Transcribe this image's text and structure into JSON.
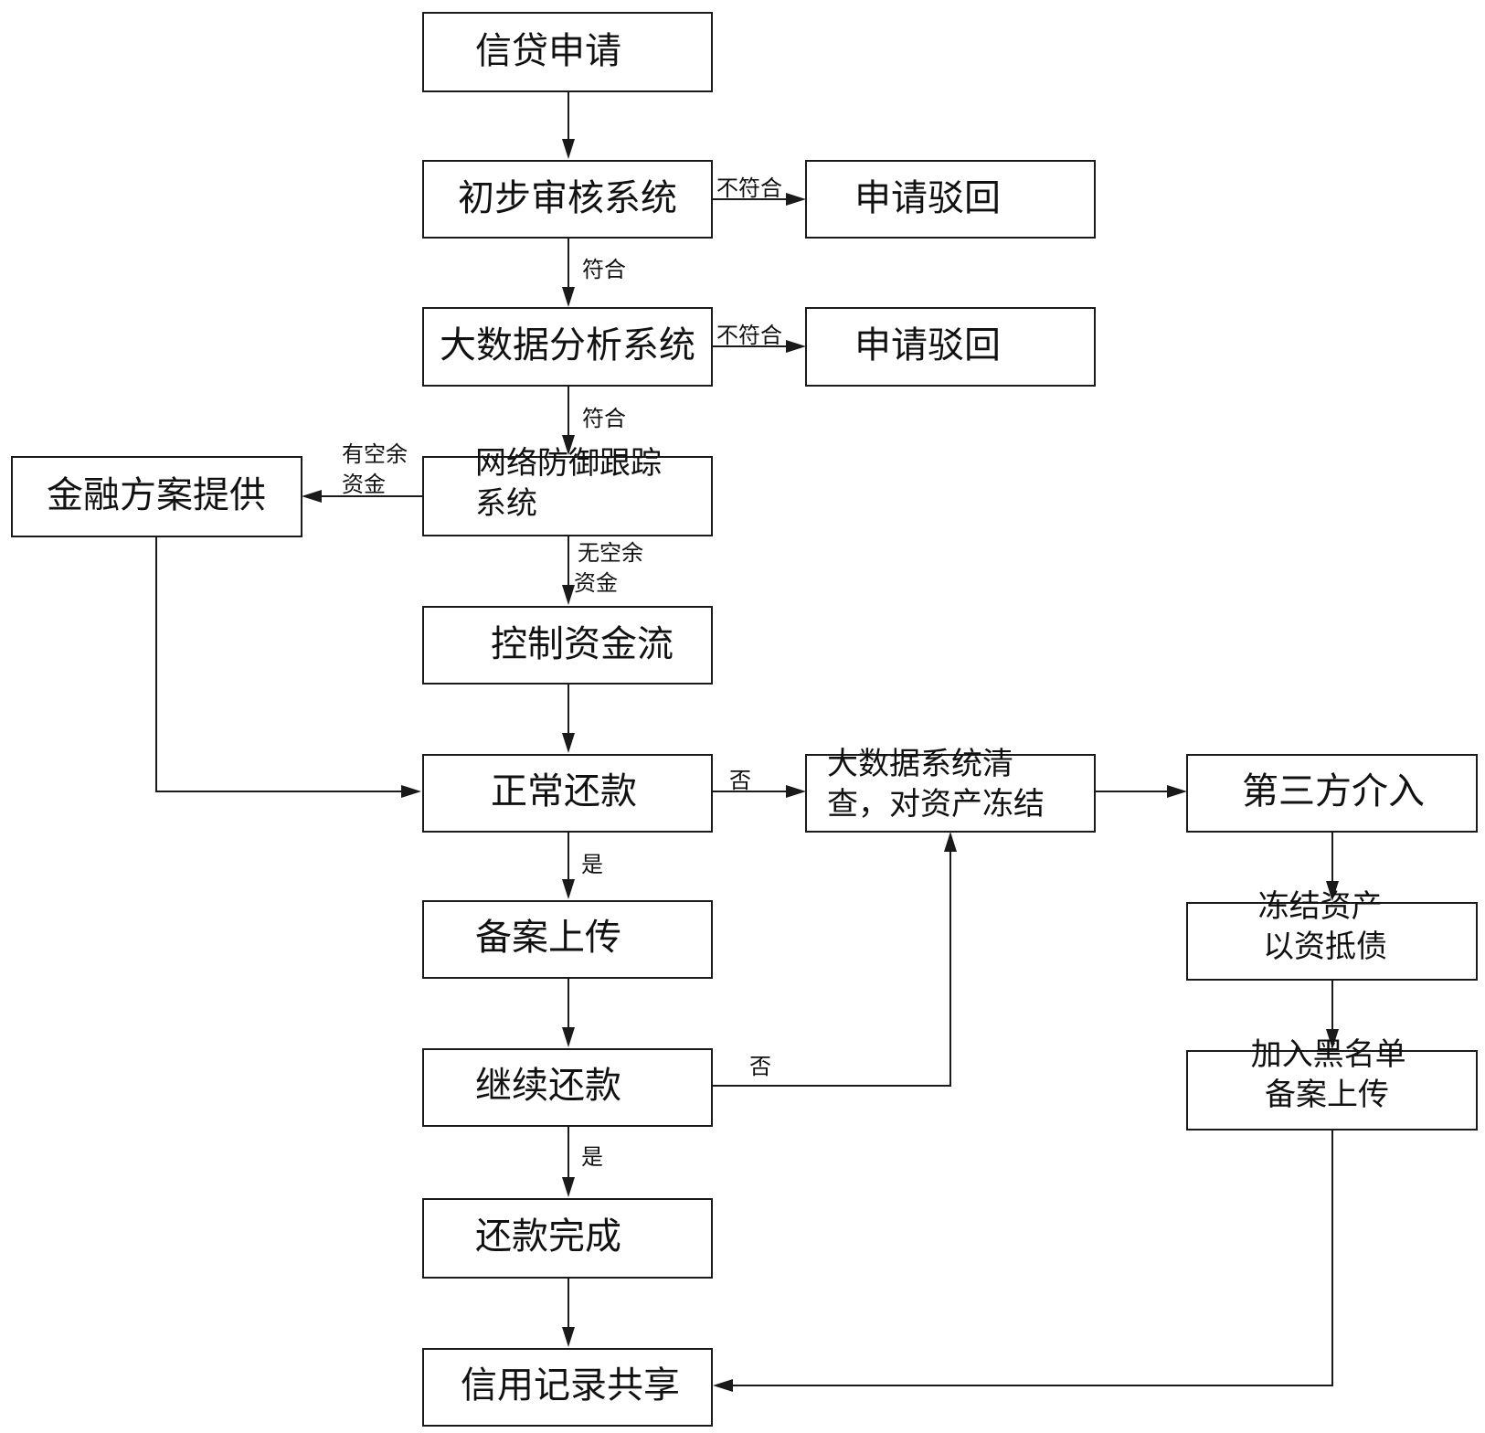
{
  "nodes": {
    "credit_application": "信贷申请",
    "preliminary_review": "初步审核系统",
    "reject_1": "申请驳回",
    "big_data_analysis": "大数据分析系统",
    "reject_2": "申请驳回",
    "network_defense": [
      "网络防御跟踪",
      "系统"
    ],
    "financial_plan": "金融方案提供",
    "control_cash_flow": "控制资金流",
    "normal_repayment": "正常还款",
    "big_data_check": [
      "大数据系统清",
      "查，对资产冻结"
    ],
    "third_party": "第三方介入",
    "record_upload": "备案上传",
    "freeze_assets": [
      "冻结资产",
      "以资抵债"
    ],
    "continue_repayment": "继续还款",
    "blacklist": [
      "加入黑名单",
      "备案上传"
    ],
    "repayment_complete": "还款完成",
    "credit_sharing": "信用记录共享"
  },
  "edge_labels": {
    "not_match_1": "不符合",
    "match_1": "符合",
    "not_match_2": "不符合",
    "match_2": "符合",
    "has_spare_funds": [
      "有空余",
      "资金"
    ],
    "no_spare_funds": [
      "无空余",
      "资金"
    ],
    "no_1": "否",
    "yes_1": "是",
    "no_2": "否",
    "yes_2": "是"
  }
}
